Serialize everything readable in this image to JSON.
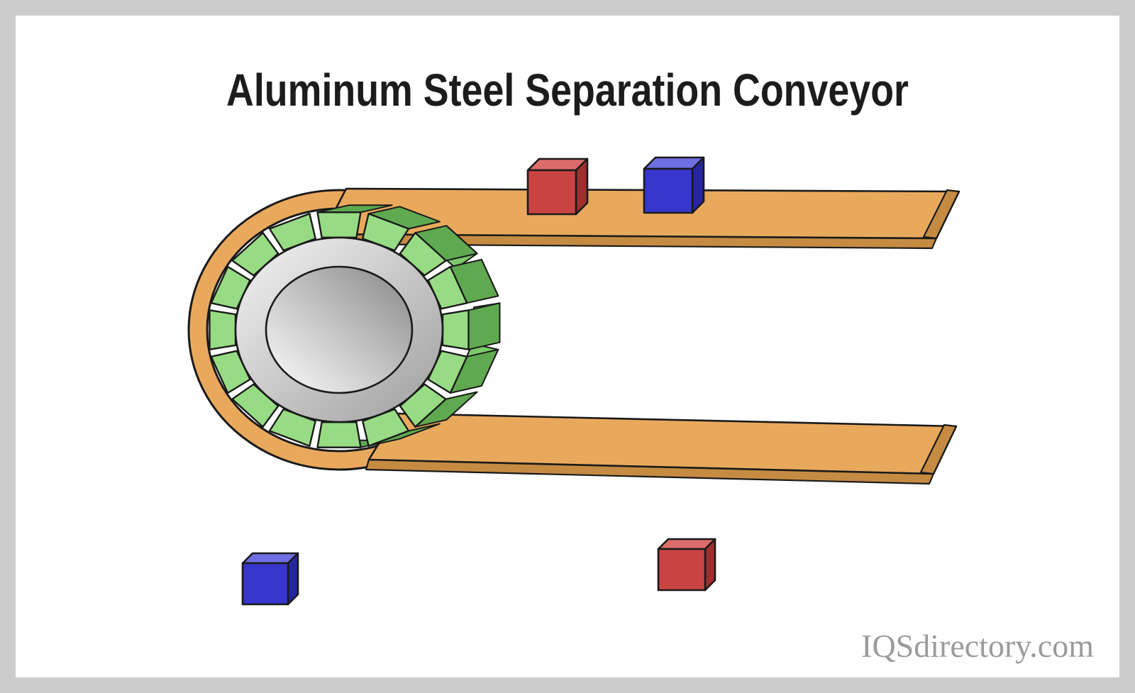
{
  "title": "Aluminum Steel Separation Conveyor",
  "watermark": "IQSdirectory.com",
  "diagram": {
    "magnet_ring": {
      "segments": 16
    },
    "colors": {
      "background": "#FFFFFF",
      "frame": "#CBCBCB",
      "title": "#1C1C1C",
      "watermark": "#9B9B9B",
      "outline": "#1A1A1A",
      "belt": "#E9A95D",
      "belt_edge": "#C68B42",
      "magnet_green": "#97DC84",
      "magnet_green_mid": "#7CC96B",
      "magnet_green_dark": "#5FA950",
      "cube_red": "#C94343",
      "cube_red_top": "#DC6B6B",
      "cube_red_side": "#9E2F2F",
      "cube_blue": "#3737CD",
      "cube_blue_top": "#6F6FE3",
      "cube_blue_side": "#26269F"
    }
  }
}
